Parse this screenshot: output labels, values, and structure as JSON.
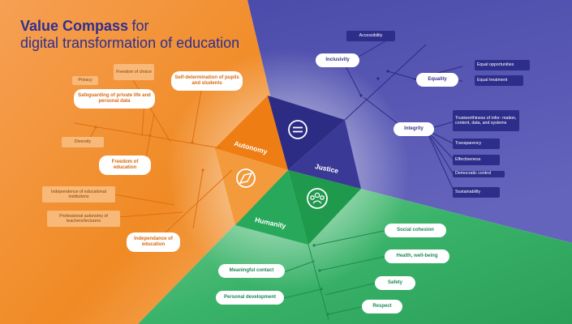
{
  "title": {
    "bold": "Value Compass",
    "rest": "for",
    "line2": "digital transformation of education"
  },
  "center": {
    "autonomy": "Autonomy",
    "justice": "Justice",
    "humanity": "Humanity"
  },
  "autonomy": {
    "self_determination": "Self-determination of pupils and students",
    "freedom_of_choice": "Freedom of choice",
    "privacy": "Privacy",
    "safeguarding": "Safeguarding of private life and personal data",
    "diversity": "Diversity",
    "freedom_of_education": "Freedom of education",
    "independence_institutions": "Independence of educational institutions",
    "professional_autonomy": "Professional autonomy of teachers/lecturers",
    "independence_education": "Independance of education"
  },
  "justice": {
    "accessibility": "Accessibility",
    "inclusivity": "Inclusivity",
    "equality": "Equality",
    "equal_opportunities": "Equal opportunities",
    "equal_treatment": "Equal treatment",
    "integrity": "Integrity",
    "trustworthiness": "Trustworthiness of infor- mation, content, data, and systems",
    "transparency": "Transparency",
    "effectiveness": "Effectiveness",
    "democratic_control": "Democratic control",
    "sustainability": "Sustainability"
  },
  "humanity": {
    "social_cohesion": "Social cohesion",
    "health": "Health, well-being",
    "meaningful_contact": "Meaningful contact",
    "safety": "Safety",
    "personal_development": "Personal development",
    "respect": "Respect"
  },
  "colors": {
    "orange": "#f08a24",
    "purple": "#4a4aa8",
    "green": "#3cb26c",
    "hex_orange": "#ee7d14",
    "hex_purple": "#2c2c84",
    "hex_green": "#22a050",
    "title": "#2f2f8f"
  }
}
